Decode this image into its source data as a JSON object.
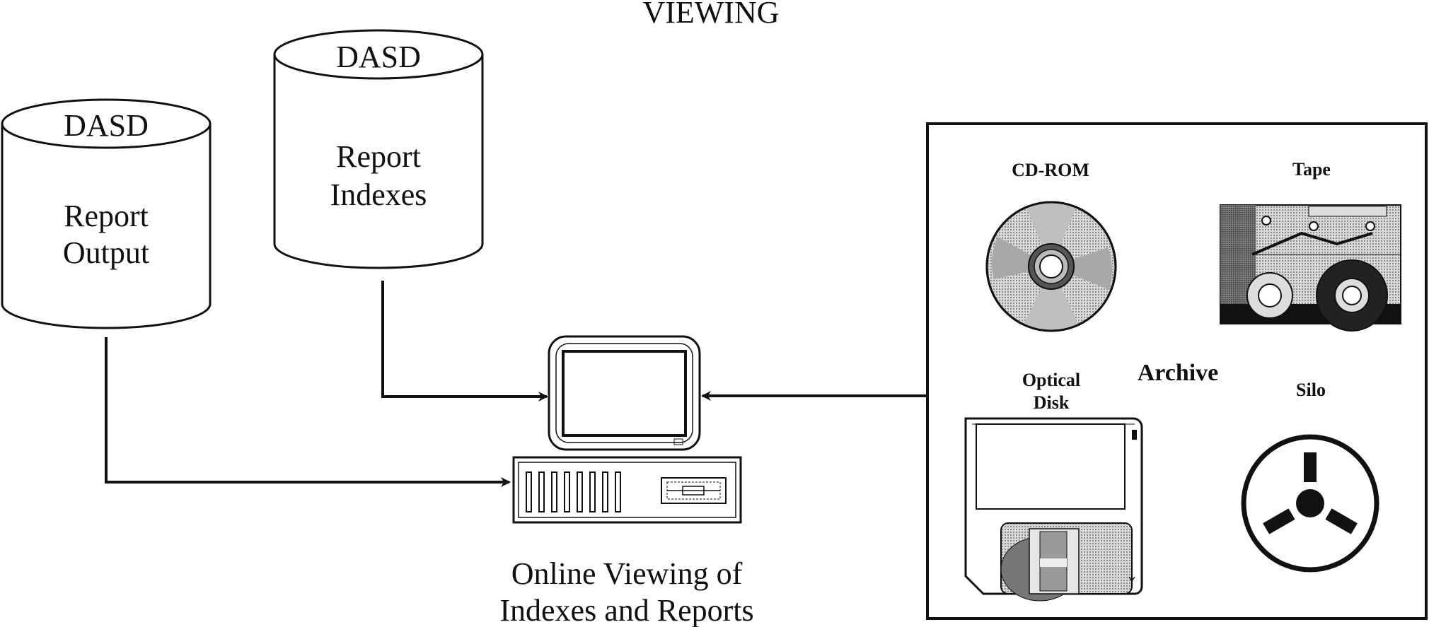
{
  "title": "VIEWING",
  "dasd_left": {
    "header": "DASD",
    "line1": "Report",
    "line2": "Output"
  },
  "dasd_mid": {
    "header": "DASD",
    "line1": "Report",
    "line2": "Indexes"
  },
  "workstation": {
    "caption_line1": "Online Viewing of",
    "caption_line2": "Indexes and Reports"
  },
  "archive": {
    "label": "Archive",
    "cdrom": "CD-ROM",
    "tape": "Tape",
    "optical_line1": "Optical",
    "optical_line2": "Disk",
    "silo": "Silo"
  },
  "colors": {
    "ink": "#111111",
    "hatch": "#9a9a9a",
    "light": "#d0d0d0"
  }
}
